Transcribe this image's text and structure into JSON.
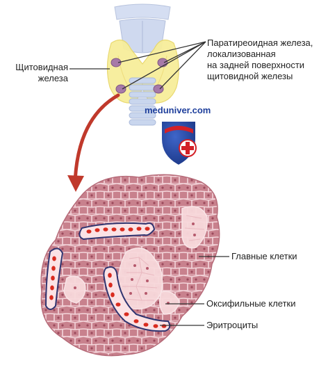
{
  "labels": {
    "thyroid_line1": "Щитовидная",
    "thyroid_line2": "железа",
    "parathyroid_line1": "Паратиреоидная железа,",
    "parathyroid_line2": "локализованная",
    "parathyroid_line3": "на задней поверхности",
    "parathyroid_line4": "щитовидной железы",
    "chief_cells": "Главные клетки",
    "oxyphil_cells": "Оксифильные клетки",
    "erythrocytes": "Эритроциты"
  },
  "watermark": {
    "text": "meduniver.com",
    "color": "#1e3f9c"
  },
  "colors": {
    "thyroid_yellow": "#f7ee9a",
    "trachea_blue": "#c9d6ee",
    "parathyroid_purple": "#a77aa8",
    "arrow_red": "#c0392b",
    "tissue_fill": "#c8818d",
    "cell_border": "#f6dfe2",
    "light_cell": "#f8d9dc",
    "vessel_border": "#2f3470",
    "erythrocyte": "#d92b1f",
    "shield_blue": "#1c3f9a",
    "shield_red": "#d32027"
  }
}
